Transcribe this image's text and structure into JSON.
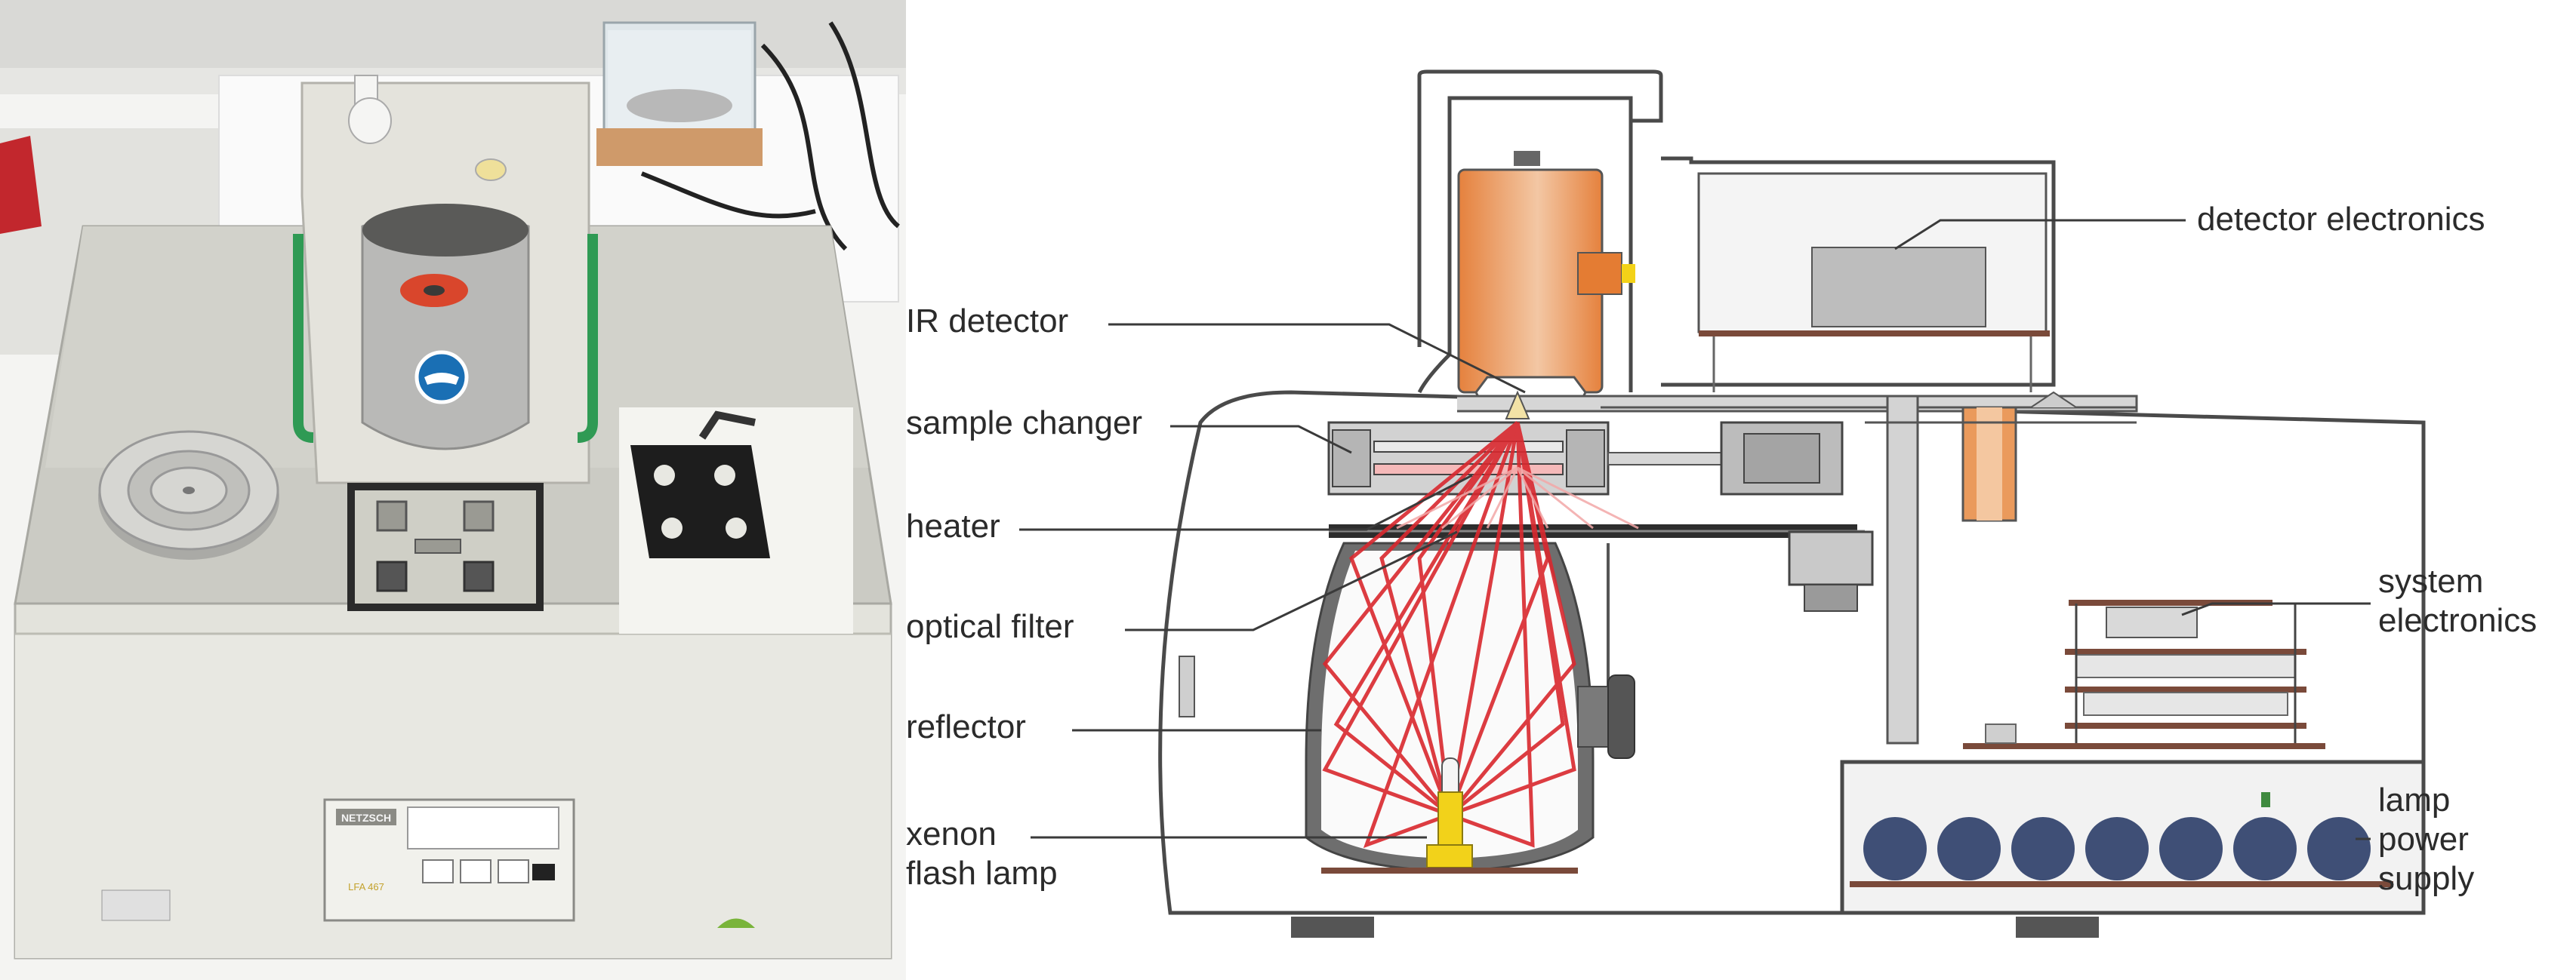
{
  "photo": {
    "device_brand": "NETZSCH",
    "device_model": "LFA 467",
    "colors": {
      "device_body": "#e6e6e0",
      "front_panel": "#eceae4",
      "sample_holder": "#cfcfcb",
      "cover_cone": "#b9b9b7",
      "safety_sign": "#1a6fb4",
      "sample_disc": "#d9462c",
      "green_handle": "#2f9a54"
    }
  },
  "diagram": {
    "labels": {
      "ir_detector": "IR detector",
      "sample_changer": "sample changer",
      "heater": "heater",
      "optical_filter": "optical filter",
      "reflector": "reflector",
      "xenon_flash_lamp_1": "xenon",
      "xenon_flash_lamp_2": "flash lamp",
      "detector_electronics": "detector electronics",
      "system_electronics_1": "system",
      "system_electronics_2": "electronics",
      "lamp_power_supply_1": "lamp",
      "lamp_power_supply_2": "power",
      "lamp_power_supply_3": "supply"
    },
    "colors": {
      "housing": "#ececec",
      "outline": "#4a4a4a",
      "detector": "#e58a4c",
      "beam": "#d9282e",
      "lamp": "#f2d21a",
      "capacitor": "#3f4f76",
      "reflector_wall": "#8c8c8c",
      "pcb": "#7a4a3a"
    }
  }
}
